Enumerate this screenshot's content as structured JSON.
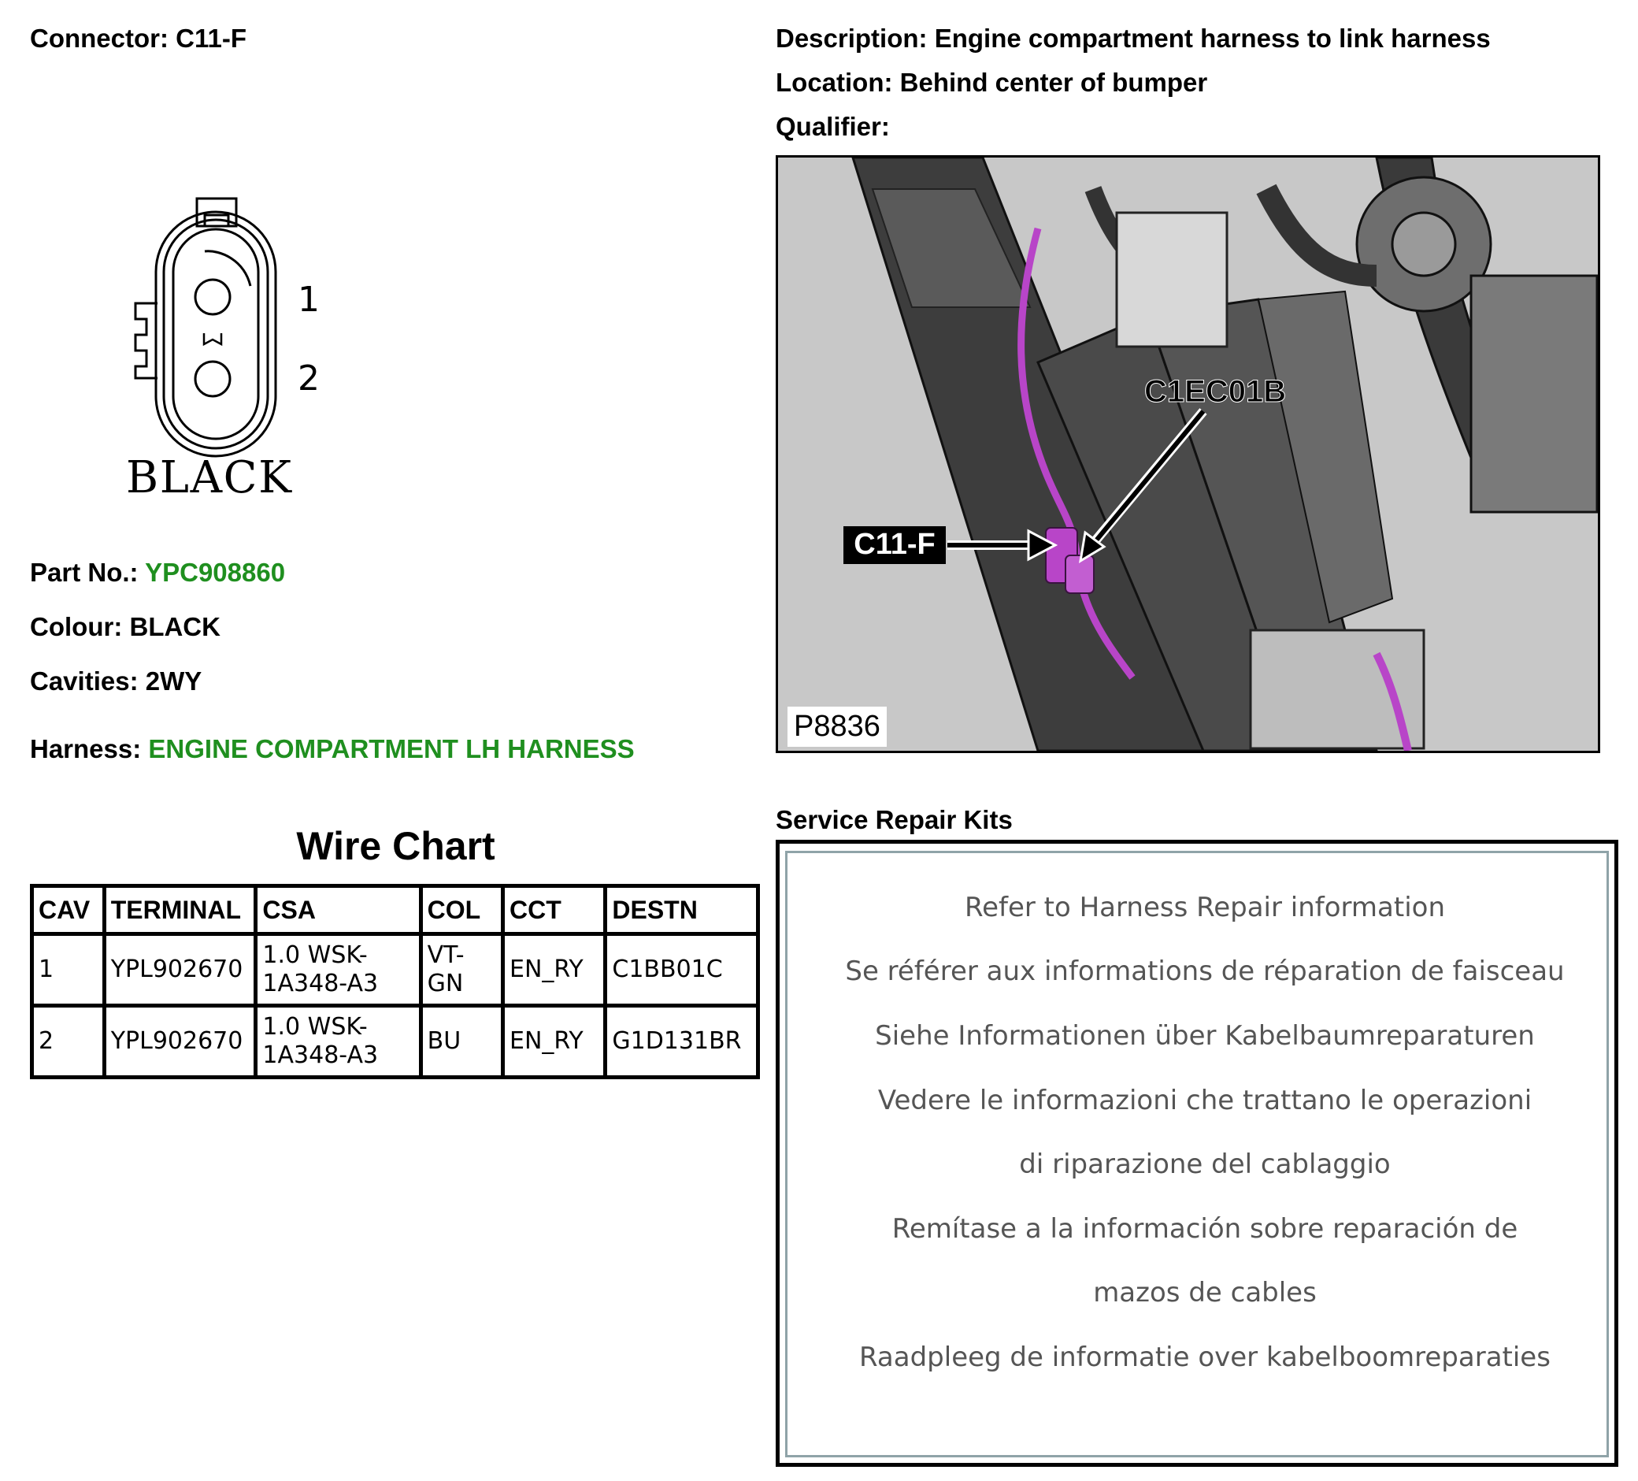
{
  "connector": {
    "label": "Connector:",
    "value": "C11-F"
  },
  "description": {
    "label": "Description:",
    "value": "Engine compartment harness to link harness"
  },
  "location": {
    "label": "Location:",
    "value": "Behind center of bumper"
  },
  "qualifier": {
    "label": "Qualifier:",
    "value": ""
  },
  "pinout": {
    "pin1": "1",
    "pin2": "2",
    "key_mark": "W",
    "colour_label": "BLACK"
  },
  "part_no": {
    "label": "Part No.:",
    "value": "YPC908860"
  },
  "colour": {
    "label": "Colour:",
    "value": "BLACK"
  },
  "cavities": {
    "label": "Cavities:",
    "value": "2WY"
  },
  "harness": {
    "label": "Harness:",
    "value": "ENGINE COMPARTMENT LH HARNESS"
  },
  "wire_chart": {
    "title": "Wire Chart",
    "headers": [
      "CAV",
      "TERMINAL",
      "CSA",
      "COL",
      "CCT",
      "DESTN"
    ],
    "rows": [
      {
        "cav": "1",
        "terminal": "YPL902670",
        "csa_1": "1.0 WSK-",
        "csa_2": "1A348-A3",
        "col_1": "VT-",
        "col_2": "GN",
        "cct": "EN_RY",
        "destn": "C1BB01C"
      },
      {
        "cav": "2",
        "terminal": "YPL902670",
        "csa_1": "1.0 WSK-",
        "csa_2": "1A348-A3",
        "col_1": "BU",
        "col_2": "",
        "cct": "EN_RY",
        "destn": "G1D131BR"
      }
    ]
  },
  "photo": {
    "ref": "P8836",
    "callout_connector": "C11-F",
    "callout_other": "C1EC01B"
  },
  "service_kits": {
    "title": "Service Repair Kits",
    "lines": [
      "Refer to Harness Repair information",
      "Se référer aux informations de réparation de faisceau",
      "Siehe Informationen über Kabelbaumreparaturen",
      "Vedere le informazioni che trattano le operazioni",
      "di riparazione del cablaggio",
      "Remítase a la información sobre reparación de",
      "mazos de cables",
      "Raadpleeg de informatie over kabelboomreparaties"
    ]
  },
  "colors": {
    "accent_green": "#1f8f1f",
    "harness_highlight": "#b845c8"
  }
}
